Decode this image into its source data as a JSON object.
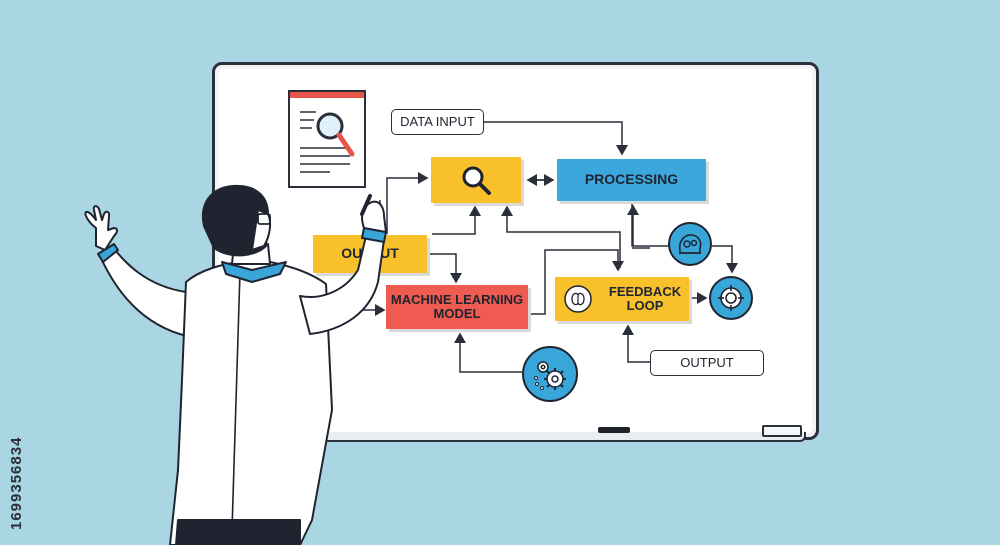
{
  "diagram": {
    "nodes": {
      "data_input": "DATA INPUT",
      "processing": "PROCESSING",
      "output_left": "OUTPUT",
      "ml_model_line1": "MACHINE LEARNING",
      "ml_model_line2": "MODEL",
      "feedback_line1": "FEEDBACK",
      "feedback_line2": "LOOP",
      "output_right": "OUTPUT"
    },
    "icons": [
      "document-search-icon",
      "magnifier-icon",
      "head-gears-icon",
      "target-icon",
      "brain-icon",
      "gears-icon"
    ],
    "colors": {
      "background": "#a9d6e2",
      "yellow": "#f8c12c",
      "blue": "#3ba7dc",
      "red": "#ef5b50",
      "outline": "#2b2f3a"
    }
  },
  "watermark": {
    "id_text": "1699356834"
  }
}
